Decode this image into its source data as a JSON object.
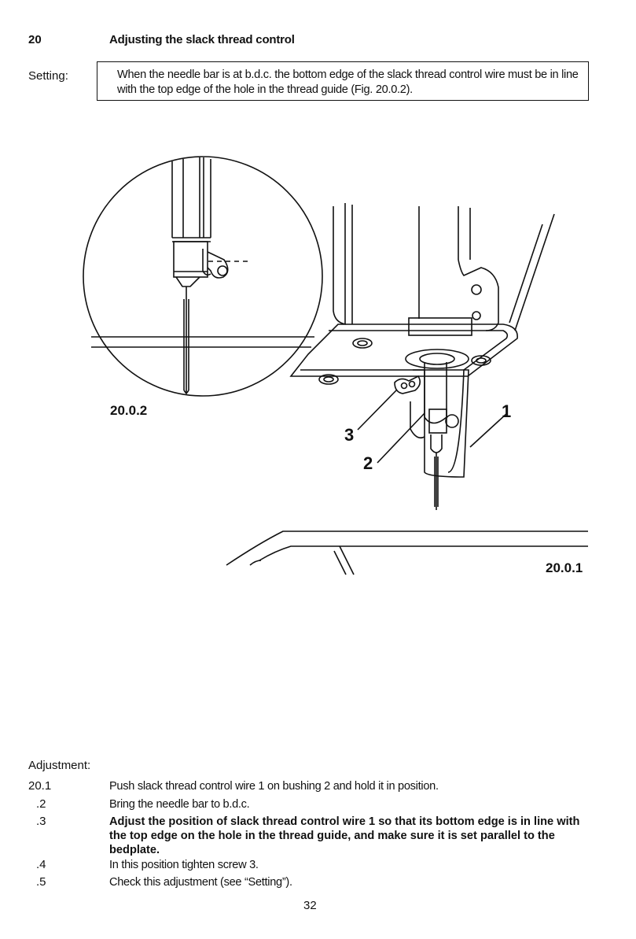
{
  "header": {
    "section_number": "20",
    "title": "Adjusting the slack thread control"
  },
  "setting": {
    "label": "Setting:",
    "text": "When the needle bar is at b.d.c. the bottom edge of the slack thread control wire must be in line with the top edge of the hole in the thread guide (Fig. 20.0.2)."
  },
  "figures": {
    "detail_label": "20.0.2",
    "main_label": "20.0.1",
    "callouts": {
      "c1": "1",
      "c2": "2",
      "c3": "3"
    }
  },
  "adjustment": {
    "label": "Adjustment:",
    "steps": [
      {
        "num": "20.1",
        "text": "Push slack thread control wire 1 on bushing 2 and hold it in position."
      },
      {
        "num": ".2",
        "text": "Bring the needle bar to b.d.c."
      },
      {
        "num": ".3",
        "text": "Adjust the position of slack thread control wire 1 so that its bottom edge is in line with the top edge on the hole in the thread guide, and make sure it is set parallel to the bedplate."
      },
      {
        "num": ".4",
        "text": "In this position tighten screw 3."
      },
      {
        "num": ".5",
        "text": "Check this adjustment (see “Setting”)."
      }
    ]
  },
  "page_number": "32"
}
